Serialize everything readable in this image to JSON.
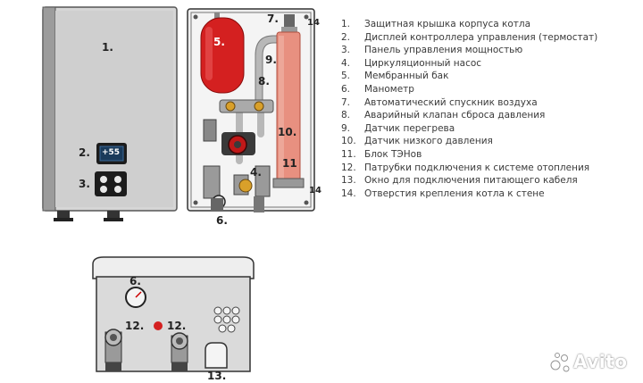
{
  "legend": [
    {
      "num": "1.",
      "text": "Защитная крышка корпуса котла"
    },
    {
      "num": "2.",
      "text": "Дисплей контроллера управления (термостат)"
    },
    {
      "num": "3.",
      "text": "Панель управления мощностью"
    },
    {
      "num": "4.",
      "text": "Циркуляционный насос"
    },
    {
      "num": "5.",
      "text": "Мембранный бак"
    },
    {
      "num": "6.",
      "text": "Манометр"
    },
    {
      "num": "7.",
      "text": "Автоматический спускник воздуха"
    },
    {
      "num": "8.",
      "text": "Аварийный клапан сброса давления"
    },
    {
      "num": "9.",
      "text": "Датчик перегрева"
    },
    {
      "num": "10.",
      "text": "Датчик низкого давления"
    },
    {
      "num": "11.",
      "text": "Блок ТЭНов"
    },
    {
      "num": "12.",
      "text": "Патрубки подключения к системе отопления"
    },
    {
      "num": "13.",
      "text": "Окно для подключения питающего кабеля"
    },
    {
      "num": "14.",
      "text": "Отверстия крепления котла к стене"
    }
  ],
  "front": {
    "label_cover": "1.",
    "label_display": "2.",
    "display_value": "+55",
    "label_panel": "3."
  },
  "inside": {
    "label_tank": "5.",
    "label_vent": "7.",
    "label_14_top": "14",
    "label_sensor9": "9.",
    "label_valve8": "8.",
    "label_sensor10": "10.",
    "label_heaters": "11",
    "label_pump": "4.",
    "label_gauge": "6.",
    "label_14_bottom": "14"
  },
  "bottom": {
    "label_gauge": "6.",
    "label_pipe_left": "12.",
    "label_pipe_right": "12.",
    "label_cable": "13."
  },
  "watermark": "Avito",
  "colors": {
    "tank_red": "#d42020",
    "heater_block": "#e89080",
    "panel_gray": "#c8c8c8",
    "display_bg": "#1a3a5a"
  }
}
